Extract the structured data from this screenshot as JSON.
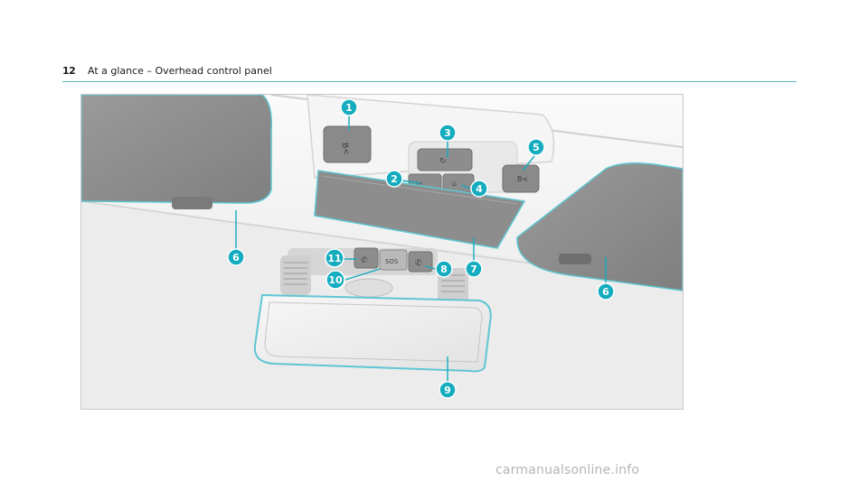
{
  "header": {
    "page_number": "12",
    "title": "At a glance – Overhead control panel"
  },
  "figure": {
    "callouts": [
      "1",
      "2",
      "3",
      "4",
      "5",
      "6",
      "6",
      "7",
      "8",
      "9",
      "10",
      "11"
    ],
    "colors": {
      "callout": "#14acbe",
      "visor": "#8e8e8e",
      "panel": "#8a8a8a",
      "ceiling": "#f1f1f1"
    }
  },
  "footer": {
    "watermark": "carmanualsonline.info"
  }
}
